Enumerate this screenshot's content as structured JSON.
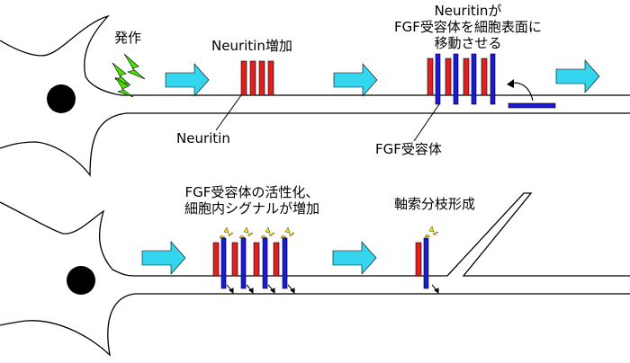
{
  "colors": {
    "receptor_red": "#e02020",
    "receptor_blue": "#1a1ad8",
    "arrow_cyan": "#33d6ee",
    "spark_green": "#44e600",
    "signal_yellow": "#ffe000",
    "outline": "#000000",
    "nucleus": "#000000"
  },
  "icons": {
    "stimulus": "lightning-bolt-icon",
    "flow": "right-arrow-icon",
    "signal": "spark-burst-icon"
  },
  "top": {
    "stimulus_label": "発作",
    "stage1_label": "Neuritin増加",
    "stage2_label_line1": "Neuritinが",
    "stage2_label_line2": "FGF受容体を細胞表面に",
    "stage2_label_line3": "移動させる",
    "neuritin_pointer_label": "Neuritin",
    "receptor_pointer_label": "FGF受容体"
  },
  "bottom": {
    "stage1_label_line1": "FGF受容体の活性化、",
    "stage1_label_line2": "細胞内シグナルが増加",
    "stage2_label": "軸索分枝形成"
  }
}
